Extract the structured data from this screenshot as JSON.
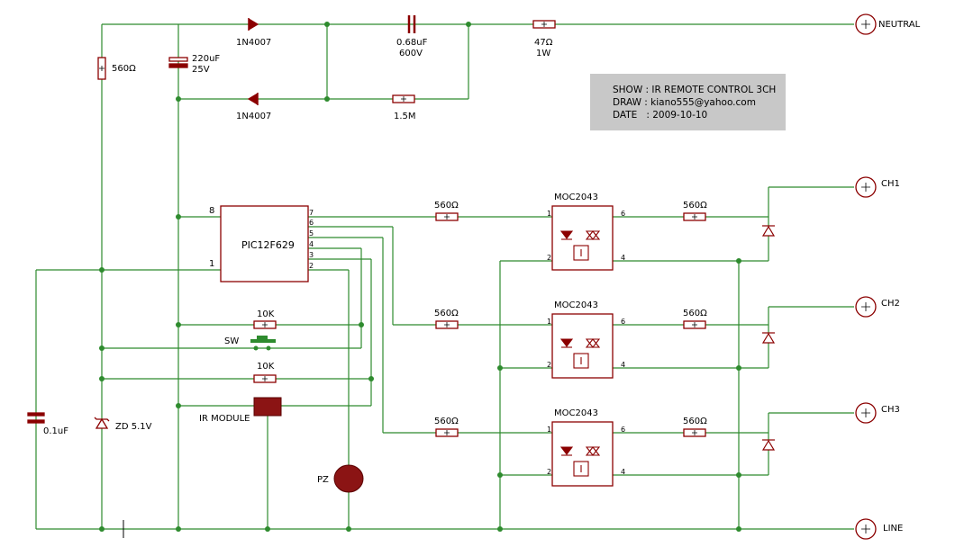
{
  "info_box": {
    "show": "SHOW : IR REMOTE CONTROL 3CH",
    "draw": "DRAW : kiano555@yahoo.com",
    "date": "DATE   : 2009-10-10"
  },
  "terminals": {
    "neutral": "NEUTRAL",
    "ch1": "CH1",
    "ch2": "CH2",
    "ch3": "CH3",
    "line": "LINE"
  },
  "components": {
    "r_left": "560Ω",
    "cap_electrolytic_value": "220uF",
    "cap_electrolytic_voltage": "25V",
    "diode_top": "1N4007",
    "diode_bottom": "1N4007",
    "cap_film_value": "0.68uF",
    "cap_film_voltage": "600V",
    "r_bleeder": "1.5M",
    "r_series_value": "47Ω",
    "r_series_power": "1W",
    "mcu": "PIC12F629",
    "r_pullup": "10K",
    "r_ir": "10K",
    "switch": "SW",
    "ir_module": "IR MODULE",
    "buzzer": "PZ",
    "cap_small": "0.1uF",
    "zener": "ZD 5.1V",
    "opto": "MOC2043",
    "r_led": "560Ω",
    "r_gate": "560Ω"
  },
  "mcu_pins": [
    "8",
    "7",
    "6",
    "5",
    "4",
    "3",
    "2",
    "1"
  ],
  "opto_pins": [
    "1",
    "2",
    "6",
    "4"
  ],
  "colors": {
    "wire": "#2e8b2e",
    "component": "#8b0000",
    "buzzer_fill": "#8b1414",
    "ir_fill": "#8b1414",
    "info_bg": "#c8c8c8"
  }
}
